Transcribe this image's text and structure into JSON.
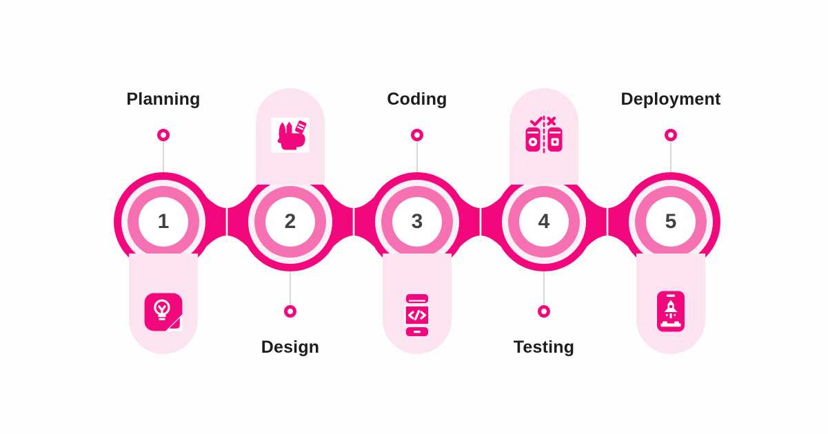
{
  "colors": {
    "background": "#FDFDFD",
    "accent_pink": "#F2077D",
    "medium_pink": "#F671B2",
    "light_ring": "#FCF0F7",
    "pill_pink": "#FBE4F0",
    "label_text": "#1D1D1F",
    "number_text": "#404046",
    "stem_gray": "#D8D8D8"
  },
  "steps": [
    {
      "number": "1",
      "label": "Planning",
      "label_position": "top",
      "icon": "lightbulb-note-icon",
      "icon_position": "bottom"
    },
    {
      "number": "2",
      "label": "Design",
      "label_position": "bottom",
      "icon": "design-tools-icon",
      "icon_position": "top"
    },
    {
      "number": "3",
      "label": "Coding",
      "label_position": "top",
      "icon": "mobile-code-icon",
      "icon_position": "bottom"
    },
    {
      "number": "4",
      "label": "Testing",
      "label_position": "bottom",
      "icon": "ab-testing-icon",
      "icon_position": "top"
    },
    {
      "number": "5",
      "label": "Deployment",
      "label_position": "top",
      "icon": "mobile-rocket-icon",
      "icon_position": "bottom"
    }
  ]
}
